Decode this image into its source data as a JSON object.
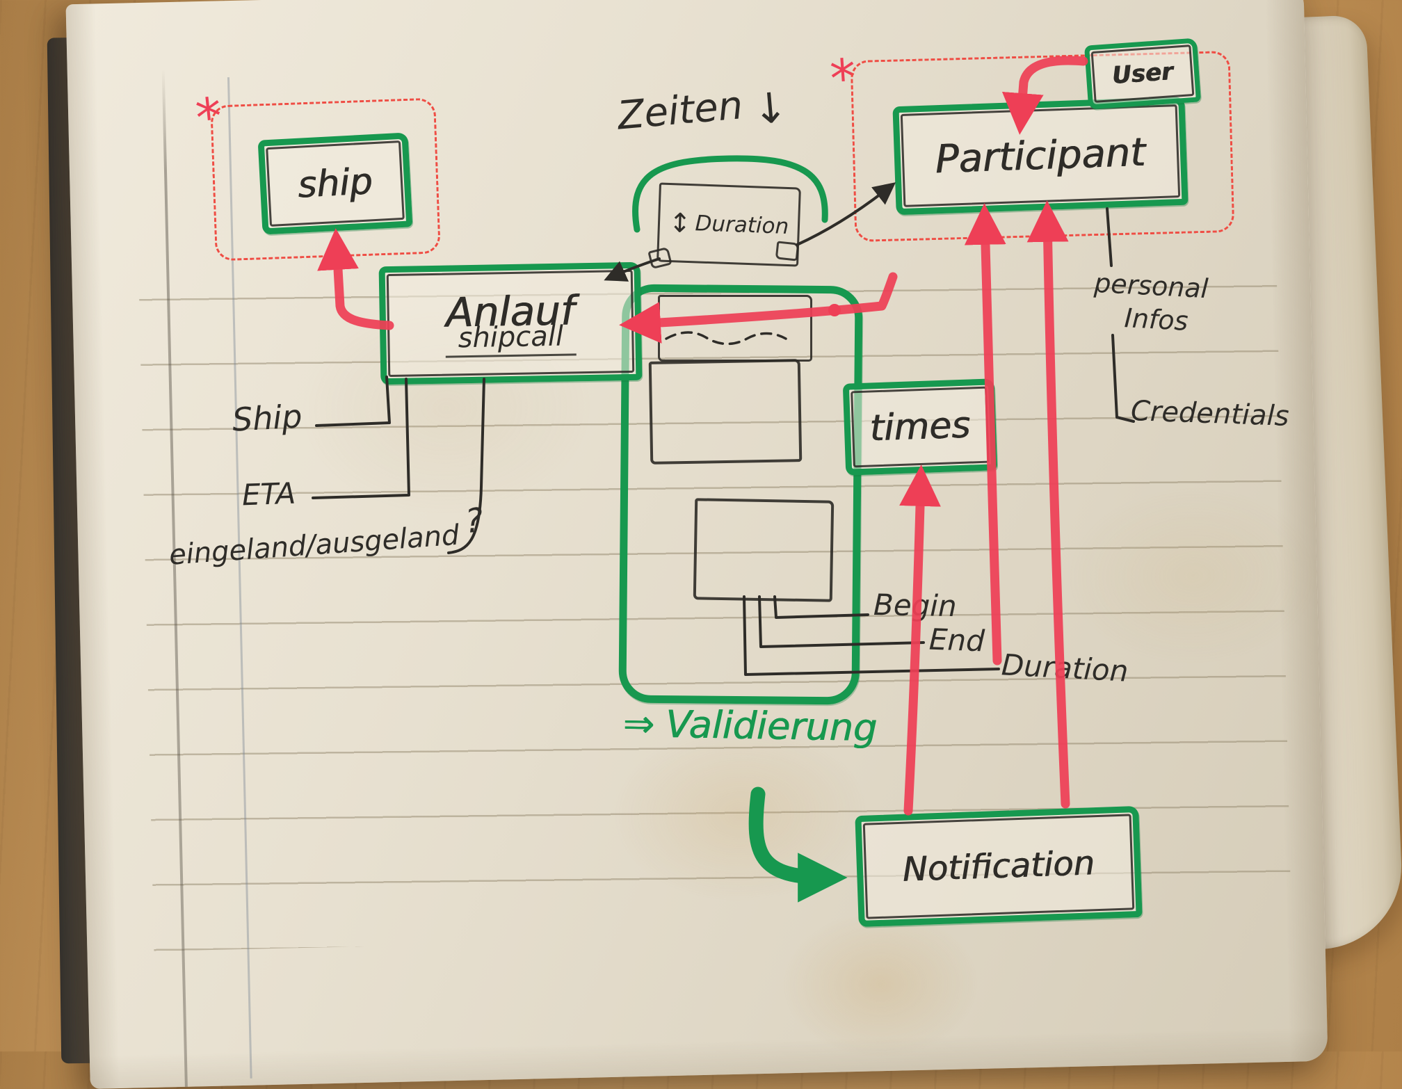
{
  "boxes": {
    "ship": {
      "label": "ship"
    },
    "anlauf": {
      "label": "Anlauf",
      "sublabel": "shipcall"
    },
    "participant": {
      "label": "Participant"
    },
    "user": {
      "label": "User"
    },
    "duration": {
      "label": "Duration",
      "resize_icon": "↕"
    },
    "times": {
      "label": "times"
    },
    "notification": {
      "label": "Notification"
    }
  },
  "annotations": {
    "asterisk": "*",
    "zeiten": {
      "text": "Zeiten",
      "arrow": "↓"
    },
    "ship_attr": "Ship",
    "eta_attr": "ETA",
    "inout_attr": "eingeland/ausgeland",
    "inout_question": "?",
    "personal_infos_line1": "personal",
    "personal_infos_line2": "Infos",
    "credentials": "Credentials",
    "begin": "Begin",
    "end": "End",
    "duration_attr": "Duration",
    "validierung": {
      "arrow": "⇒",
      "text": "Validierung"
    }
  },
  "colors": {
    "marker_green": "#17984f",
    "marker_red": "#ee3f56",
    "ink": "#2e2c28",
    "dashed_red": "#ef4d44",
    "page": "#e8e1d2",
    "wood": "#c49a62"
  }
}
